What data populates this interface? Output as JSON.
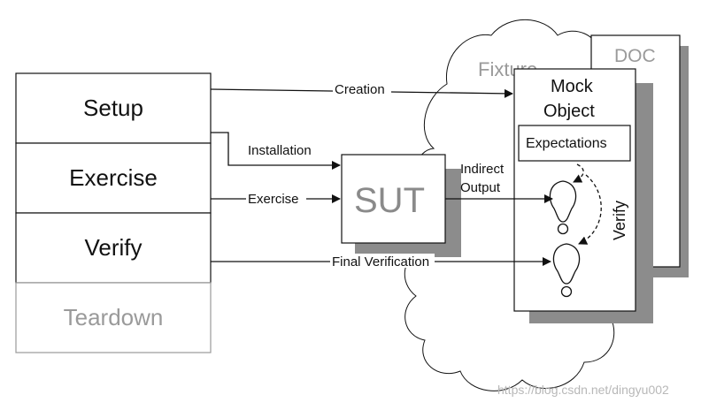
{
  "phases": [
    {
      "label": "Setup",
      "muted": false
    },
    {
      "label": "Exercise",
      "muted": false
    },
    {
      "label": "Verify",
      "muted": false
    },
    {
      "label": "Teardown",
      "muted": true
    }
  ],
  "arrows": {
    "creation": "Creation",
    "installation": "Installation",
    "exercise": "Exercise",
    "indirect_output_line1": "Indirect",
    "indirect_output_line2": "Output",
    "final_verification": "Final Verification"
  },
  "fixture_label": "Fixture",
  "sut_label": "SUT",
  "doc_label": "DOC",
  "mock_object": {
    "title_line1": "Mock",
    "title_line2": "Object",
    "expectations": "Expectations",
    "verify": "Verify"
  },
  "watermark": "https://blog.csdn.net/dingyu002",
  "colors": {
    "stroke": "#111111",
    "shadow": "#8c8c8c",
    "muted": "#9a9a9a",
    "doc_text": "#9a9a9a"
  }
}
